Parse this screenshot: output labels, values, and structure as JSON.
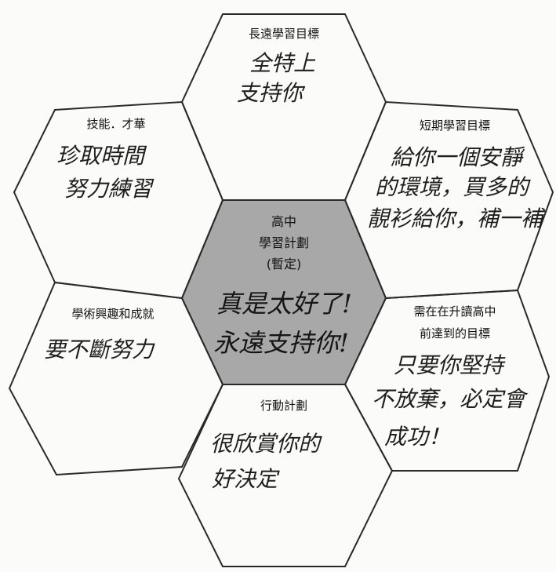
{
  "diagram": {
    "center": {
      "title_lines": [
        "高中",
        "學習計劃",
        "(暫定)"
      ],
      "handwriting_lines": [
        "真是太好了!",
        "永遠支持你!"
      ]
    },
    "top": {
      "title": "長遠學習目標",
      "handwriting_lines": [
        "全特上",
        "支持你"
      ]
    },
    "top_right": {
      "title": "短期學習目標",
      "handwriting_lines": [
        "給你一個安靜",
        "的環境，買多的",
        "靚衫給你，補一補"
      ]
    },
    "bottom_right": {
      "title_lines": [
        "需在在升讀高中",
        "前達到的目標"
      ],
      "handwriting_lines": [
        "只要你堅持",
        "不放棄，必定會",
        "成功！"
      ]
    },
    "bottom": {
      "title": "行動計劃",
      "handwriting_lines": [
        "很欣賞你的",
        "好決定"
      ]
    },
    "bottom_left": {
      "title": "學術興趣和成就",
      "handwriting_lines": [
        "要不斷努力"
      ]
    },
    "top_left": {
      "title": "技能．才華",
      "handwriting_lines": [
        "珍取時間",
        "努力練習"
      ]
    }
  },
  "colors": {
    "center_fill": "#a8a8a8",
    "outline": "#2a2a2a",
    "background": "#fbfbf9"
  }
}
